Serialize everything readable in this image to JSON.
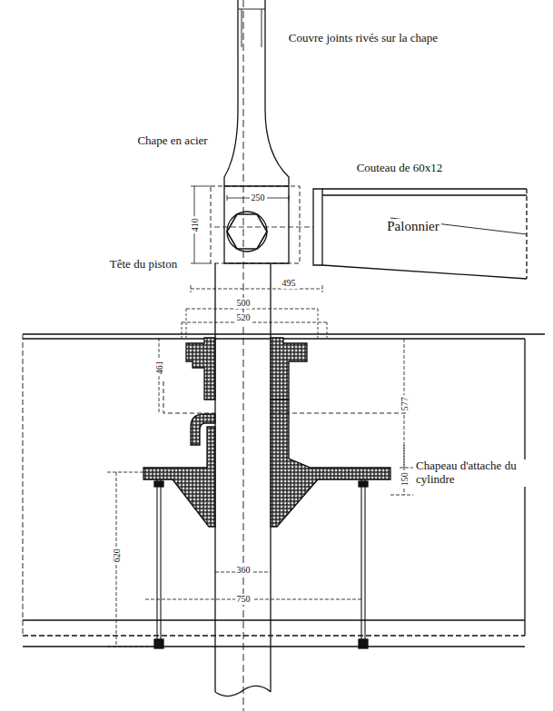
{
  "diagram": {
    "labels": [
      "Couvre joints rivés sur la chape",
      "Chape en acier",
      "Couteau de 60x12",
      "Palonnier",
      "Tête du piston",
      "Chapeau d'attache du cylindre",
      "250",
      "410",
      "495",
      "500",
      "520",
      "461",
      "577",
      "150",
      "620",
      "360",
      "750"
    ]
  }
}
